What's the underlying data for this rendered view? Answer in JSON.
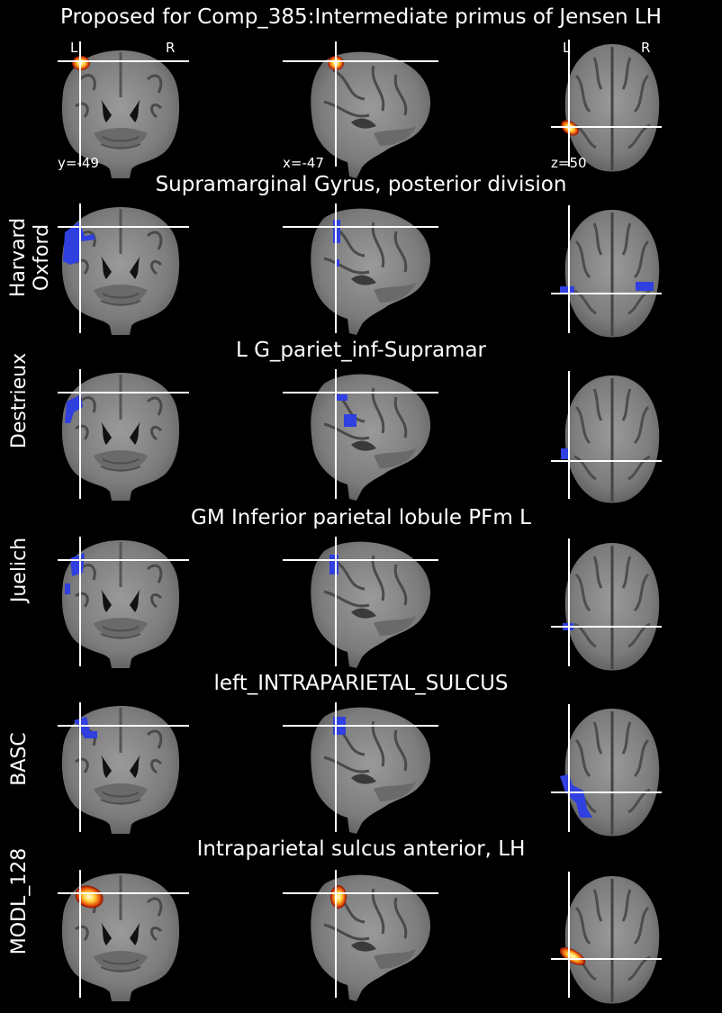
{
  "main_title": "Proposed for Comp_385:Intermediate primus of Jensen LH",
  "orientation_labels": {
    "left": "L",
    "right": "R"
  },
  "coordinates": {
    "coronal": "y=-49",
    "sagittal": "x=-47",
    "axial": "z=50"
  },
  "colors": {
    "background": "#000000",
    "atlas_overlay": "#2f3fe0",
    "crosshair": "#ffffff"
  },
  "rows": [
    {
      "id": "proposal",
      "atlas": "",
      "region": "",
      "overlay": "heat"
    },
    {
      "id": "harvard-oxford",
      "atlas": [
        "Harvard",
        "Oxford"
      ],
      "region": "Supramarginal Gyrus, posterior division",
      "overlay": "blue"
    },
    {
      "id": "destrieux",
      "atlas": "Destrieux",
      "region": "L G_pariet_inf-Supramar",
      "overlay": "blue"
    },
    {
      "id": "juelich",
      "atlas": "Juelich",
      "region": "GM Inferior parietal lobule PFm L",
      "overlay": "blue"
    },
    {
      "id": "basc",
      "atlas": "BASC",
      "region": "left_INTRAPARIETAL_SULCUS",
      "overlay": "blue"
    },
    {
      "id": "modl-128",
      "atlas": "MODL_128",
      "region": "Intraparietal sulcus anterior, LH",
      "overlay": "heat"
    }
  ]
}
